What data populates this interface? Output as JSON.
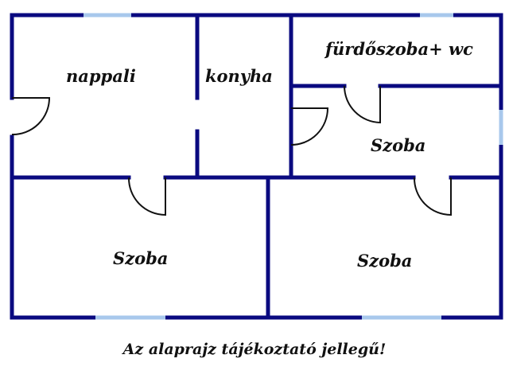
{
  "colors": {
    "wall": "#0a0a80",
    "window": "#a8c8ec",
    "door": "#111111"
  },
  "rooms": [
    {
      "id": "nappali",
      "label": "nappali"
    },
    {
      "id": "konyha",
      "label": "konyha"
    },
    {
      "id": "furdoszoba",
      "label": "fürdőszoba+ wc"
    },
    {
      "id": "szoba-right",
      "label": "Szoba"
    },
    {
      "id": "szoba-bottom-left",
      "label": "Szoba"
    },
    {
      "id": "szoba-bottom-right",
      "label": "Szoba"
    }
  ],
  "caption": "Az alaprajz tájékoztató jellegű!"
}
